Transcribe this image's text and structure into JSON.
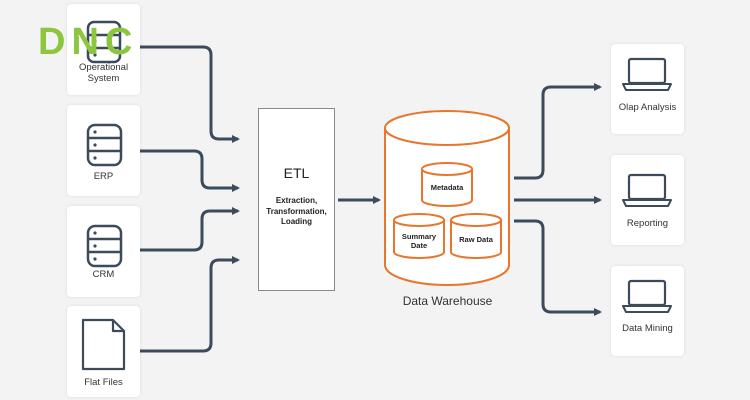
{
  "logo": {
    "text": "DNC",
    "color": "#8cc63f"
  },
  "colors": {
    "connector": "#3b4b5b",
    "warehouse": "#e8762d",
    "icon": "#3b4b5b"
  },
  "sources": [
    {
      "label": "Operational System",
      "icon": "database-icon"
    },
    {
      "label": "ERP",
      "icon": "database-icon"
    },
    {
      "label": "CRM",
      "icon": "database-icon"
    },
    {
      "label": "Flat Files",
      "icon": "file-icon"
    }
  ],
  "etl": {
    "title": "ETL",
    "subtitle": "Extraction, Transformation, Loading"
  },
  "warehouse": {
    "label": "Data Warehouse",
    "metadata": "Metadata",
    "summary": "Summary Date",
    "raw": "Raw Data"
  },
  "outputs": [
    {
      "label": "Olap Analysis",
      "icon": "laptop-icon"
    },
    {
      "label": "Reporting",
      "icon": "laptop-icon"
    },
    {
      "label": "Data Mining",
      "icon": "laptop-icon"
    }
  ]
}
